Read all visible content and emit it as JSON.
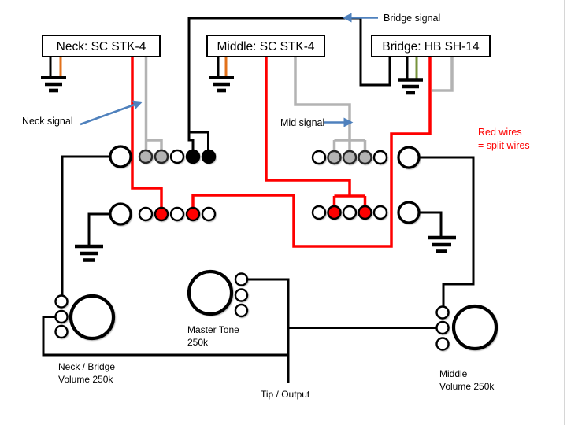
{
  "colors": {
    "red": "#fe0000",
    "gray": "#b3b3b3",
    "orange": "#e2711b",
    "green": "#77933c",
    "blue": "#4f81bd"
  },
  "pickups": {
    "neck": {
      "label": "Neck: SC STK-4"
    },
    "middle": {
      "label": "Middle: SC STK-4"
    },
    "bridge": {
      "label": "Bridge: HB SH-14"
    }
  },
  "annotations": {
    "neck_signal": "Neck signal",
    "mid_signal": "Mid signal",
    "bridge_signal": "Bridge signal",
    "legend_line1": "Red wires",
    "legend_line2": "= split wires"
  },
  "controls": {
    "neck_bridge_volume": {
      "line1": "Neck / Bridge",
      "line2": "Volume 250k"
    },
    "master_tone": {
      "line1": "Master Tone",
      "line2": "250k"
    },
    "middle_volume": {
      "line1": "Middle",
      "line2": "Volume 250k"
    },
    "output": {
      "label": "Tip / Output"
    }
  },
  "switches": {
    "left": {
      "top_row": [
        "gray",
        "gray",
        "white",
        "black",
        "black"
      ],
      "bottom_row": [
        "white",
        "red",
        "white",
        "red",
        "white"
      ]
    },
    "right": {
      "top_row": [
        "white",
        "gray",
        "gray",
        "gray",
        "white"
      ],
      "bottom_row": [
        "white",
        "red",
        "white",
        "red",
        "white"
      ]
    }
  }
}
